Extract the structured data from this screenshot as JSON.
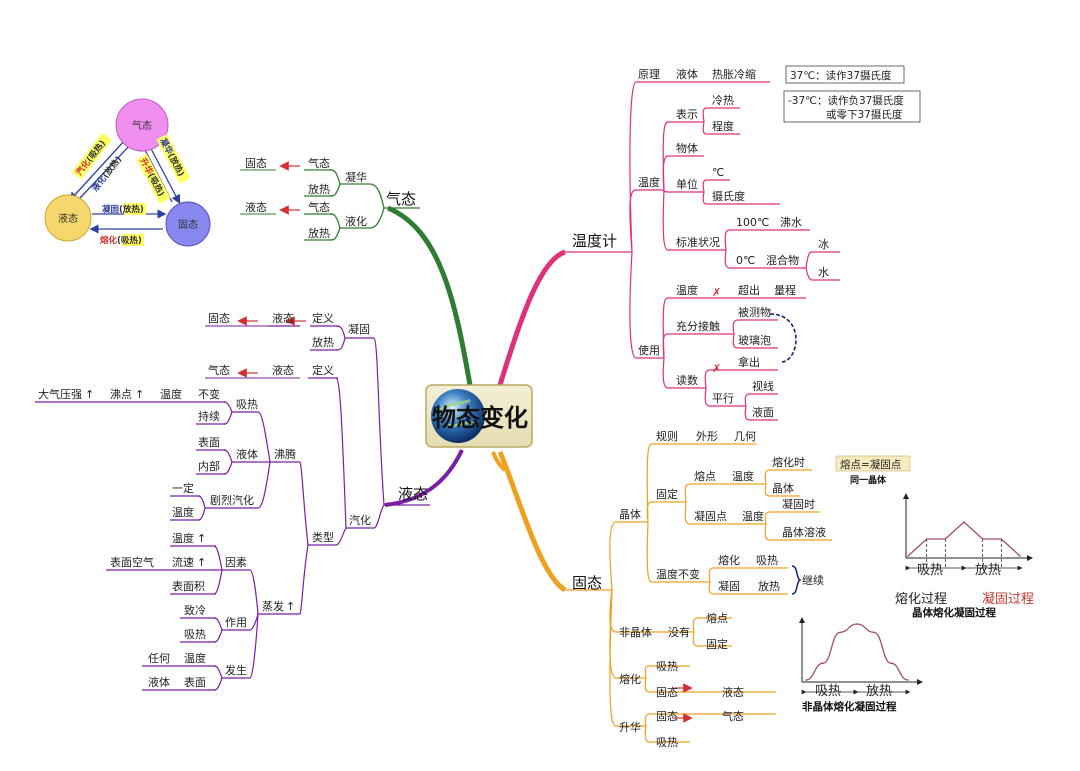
{
  "center": {
    "title": "物态变化"
  },
  "cycle": {
    "states": {
      "gas": "气态",
      "liquid": "液态",
      "solid": "固态"
    },
    "labels": {
      "vaporize": [
        "汽化",
        "(",
        "吸热",
        ")"
      ],
      "liquefy": [
        "液化",
        "(",
        "放热",
        ")"
      ],
      "sublimate": [
        "升华",
        "(",
        "吸热",
        ")"
      ],
      "deposit": [
        "凝华",
        "(",
        "放热",
        ")"
      ],
      "solidify": [
        "凝固",
        "(",
        "放热",
        ")"
      ],
      "melt": [
        "熔化",
        "(",
        "吸热",
        ")"
      ]
    }
  },
  "gas_branch": {
    "title": "气态",
    "deposit": {
      "label": "凝华",
      "from": "气态",
      "to": "固态",
      "heat": "放热"
    },
    "liquefy": {
      "label": "液化",
      "from": "气态",
      "to": "液态",
      "heat": "放热"
    }
  },
  "liquid_branch": {
    "title": "液态",
    "solidify": {
      "label": "凝固",
      "def": "定义",
      "from": "液态",
      "to": "固态",
      "heat": "放热"
    },
    "vaporize": {
      "label": "汽化",
      "def": "定义",
      "from": "液态",
      "to": "气态",
      "types": "类型",
      "boil": {
        "label": "沸腾",
        "temp_row": [
          "大气压强",
          "↑",
          "沸点",
          "↑",
          "温度",
          "不变"
        ],
        "absorb": "吸热",
        "continue": "持续",
        "liquid": "液体",
        "surface": "表面",
        "inside": "内部",
        "violent": "剧烈汽化",
        "certain": "一定",
        "temp": "温度"
      },
      "evaporate": {
        "label": "蒸发",
        "factors": "因素",
        "temp": "温度",
        "flow": "流速",
        "area": "表面积",
        "air": "表面空气",
        "effect": "作用",
        "cool": "致冷",
        "absorb": "吸热",
        "occur": "发生",
        "any": "任何",
        "temp2": "温度",
        "liquid": "液体",
        "surface": "表面"
      }
    }
  },
  "thermometer_branch": {
    "title": "温度计",
    "principle": [
      "原理",
      "液体",
      "热胀冷缩"
    ],
    "note1": "37℃：读作37摄氏度",
    "note2": [
      "-37℃：读作负37摄氏度",
      "或零下37摄氏度"
    ],
    "temperature": {
      "label": "温度",
      "represent": "表示",
      "hot_cold": "冷热",
      "degree": "程度",
      "object": "物体",
      "unit": "单位",
      "unit_symbol": "℃",
      "unit_name": "摄氏度",
      "standard": "标准状况",
      "t100": "100℃",
      "boiling_water": "沸水",
      "t0": "0℃",
      "mixture": "混合物",
      "ice": "冰",
      "water": "水"
    },
    "usage": {
      "label": "使用",
      "temp": "温度",
      "cross": "✗",
      "exceed": "超出",
      "range": "量程",
      "contact": "充分接触",
      "measured": "被测物",
      "bulb": "玻璃泡",
      "takeout": "拿出",
      "read": "读数",
      "parallel": "平行",
      "sight": "视线",
      "surface": "液面"
    }
  },
  "solid_branch": {
    "title": "固态",
    "crystal": {
      "label": "晶体",
      "rule": "规则",
      "shape": "外形",
      "geometry": "几何",
      "fixed": "固定",
      "mp": "熔点",
      "temp": "温度",
      "melting_time": "熔化时",
      "crystal": "晶体",
      "fp": "凝固点",
      "temp2": "温度",
      "solidifying_time": "凝固时",
      "solution": "晶体溶液",
      "const": "温度不变",
      "melt": "熔化",
      "absorb": "吸热",
      "solidify": "凝固",
      "release": "放热",
      "continue": "继续"
    },
    "note": [
      "熔点=凝固点",
      "同一晶体"
    ],
    "amorphous": {
      "label": "非晶体",
      "none": "没有",
      "mp": "熔点",
      "fixed": "固定"
    },
    "melting": {
      "label": "熔化",
      "absorb": "吸热",
      "from": "固态",
      "to": "液态"
    },
    "sublimation": {
      "label": "升华",
      "from": "固态",
      "to": "气态",
      "absorb": "吸热"
    }
  },
  "chart_data": [
    {
      "type": "line",
      "title": "晶体熔化凝固过程",
      "x": [
        0,
        1,
        2,
        3,
        4,
        5,
        6
      ],
      "series": [
        {
          "values": [
            0.0,
            0.5,
            0.5,
            1.0,
            0.5,
            0.5,
            0.0
          ]
        }
      ],
      "segment_labels": [
        "吸热",
        "放热"
      ],
      "process_labels": [
        "熔化过程",
        "凝固过程"
      ],
      "grid": false
    },
    {
      "type": "line",
      "title": "非晶体熔化凝固过程",
      "x": [
        0,
        1,
        2,
        3,
        4,
        5,
        6
      ],
      "series": [
        {
          "values": [
            0.0,
            0.3,
            0.85,
            1.0,
            0.85,
            0.3,
            0.0
          ]
        }
      ],
      "segment_labels": [
        "吸热",
        "放热"
      ],
      "grid": false
    }
  ],
  "colors": {
    "gas": "#2e7d32",
    "liquid": "#7b1fa2",
    "thermo": "#e0307a",
    "solid": "#f0a020",
    "arrow": "#d32f2f",
    "gas_circle": "#f08ef0",
    "liquid_circle": "#f5d76e",
    "solid_circle": "#8888f0"
  }
}
